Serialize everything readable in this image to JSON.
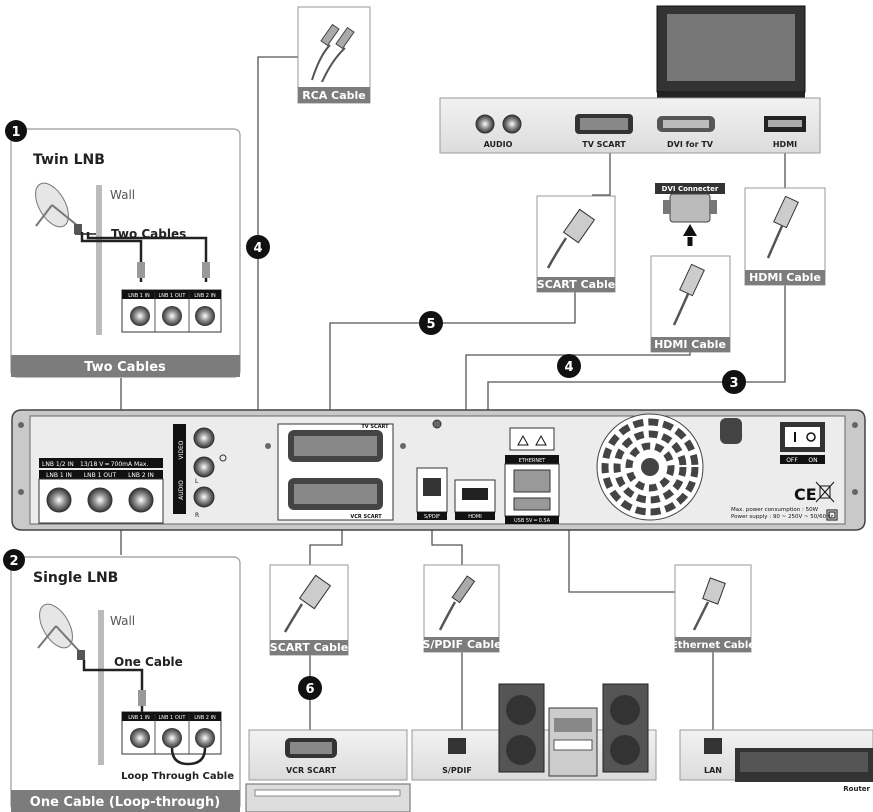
{
  "box1": {
    "number": "1",
    "title": "Twin LNB",
    "wall": "Wall",
    "cables_label": "Two Cables",
    "footer": "Two Cables",
    "ports": [
      "LNB 1 IN",
      "LNB 1 OUT",
      "LNB 2 IN"
    ]
  },
  "box2": {
    "number": "2",
    "title": "Single LNB",
    "wall": "Wall",
    "cable_label": "One Cable",
    "loop_label": "Loop Through Cable",
    "footer": "One Cable (Loop-through)",
    "ports": [
      "LNB 1 IN",
      "LNB 1 OUT",
      "LNB 2 IN"
    ]
  },
  "tv_panel": {
    "audio": "AUDIO",
    "tv_scart": "TV SCART",
    "dvi": "DVI for TV",
    "hdmi": "HDMI",
    "dvi_connector": "DVI Connecter"
  },
  "cables": {
    "rca": "RCA Cable",
    "scart_top": "SCART Cable",
    "hdmi_dvi": "HDMI Cable",
    "hdmi": "HDMI Cable",
    "scart_bottom": "SCART Cable",
    "spdif": "S/PDIF Cable",
    "ethernet": "Ethernet Cable"
  },
  "steps": {
    "s3": "3",
    "s4a": "4",
    "s4b": "4",
    "s5": "5",
    "s6": "6"
  },
  "receiver": {
    "lnb_header": "LNB 1/2 IN",
    "lnb_power": "13/18 V ═ 700mA Max.",
    "lnb_ports": [
      "LNB 1 IN",
      "LNB 1 OUT",
      "LNB 2 IN"
    ],
    "video": "VIDEO",
    "audio": "AUDIO",
    "l": "L",
    "r": "R",
    "tv_scart": "TV SCART",
    "vcr_scart": "VCR SCART",
    "spdif": "S/PDIF",
    "hdmi": "HDMI",
    "ethernet": "ETHERNET",
    "usb": "USB 5V ═ 0.5A",
    "off": "OFF",
    "on": "ON",
    "ce": "CE",
    "power1": "Max. power consumption : 50W",
    "power2": "Power supply : 90 ~ 250V ~ 50/60Hz"
  },
  "bottom": {
    "vcr_scart": "VCR SCART",
    "spdif": "S/PDIF",
    "lan": "LAN",
    "router": "Router"
  }
}
